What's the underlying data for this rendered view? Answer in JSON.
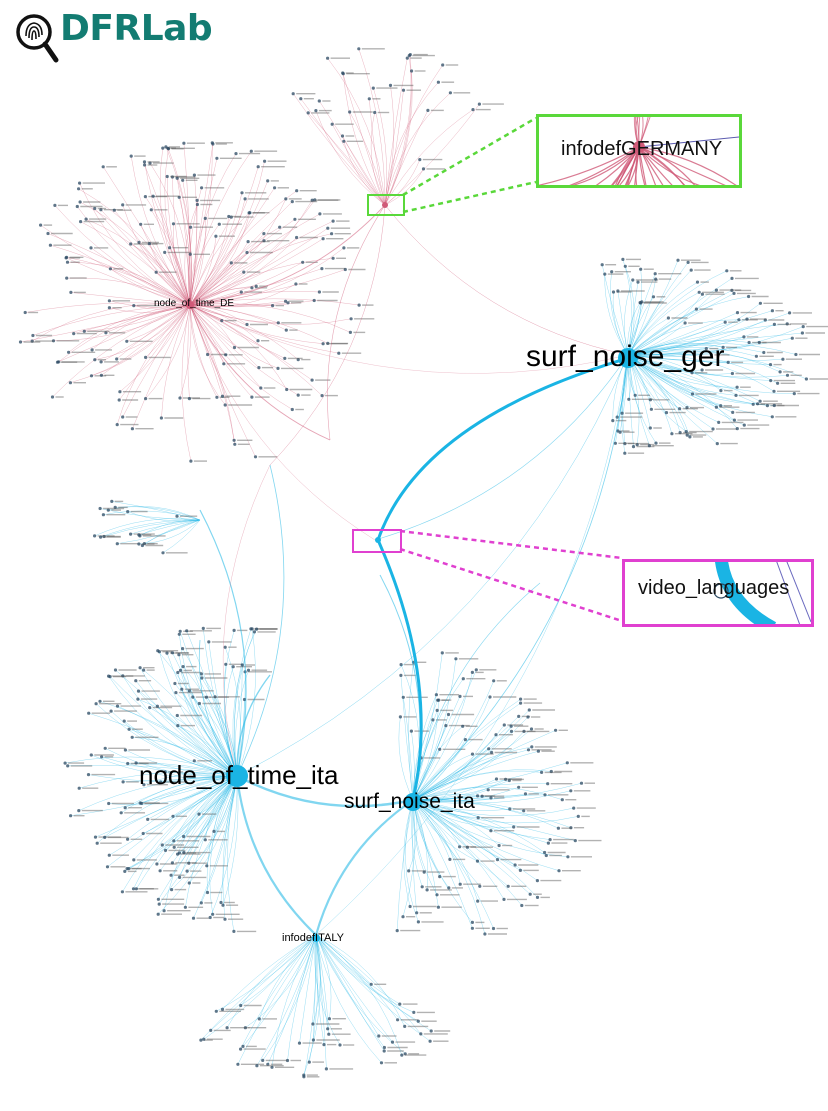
{
  "brand": {
    "name": "DFRLab",
    "color": "#137c72",
    "icon": "fingerprint-magnifier-icon"
  },
  "colors": {
    "german_cluster": "#d05a78",
    "italian_cluster": "#1ab4e4",
    "zoom_green": "#5ad83a",
    "zoom_magenta": "#e040d0"
  },
  "hubs": {
    "node_of_time_de": "node_of_time_DE",
    "surf_noise_ger": "surf_noise_ger",
    "node_of_time_ita": "node_of_time_ita",
    "surf_noise_ita": "surf_noise_ita",
    "infodef_italy": "infodefITALY"
  },
  "zoom_insets": {
    "germany": "infodefGERMANY",
    "video": "video_languages"
  }
}
